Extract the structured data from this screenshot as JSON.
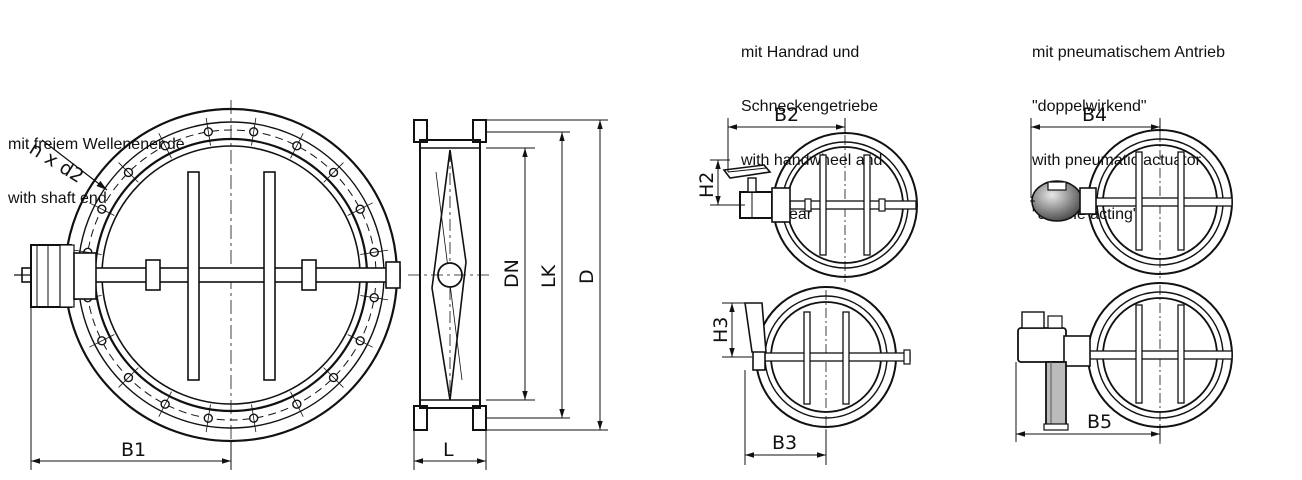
{
  "captions": {
    "free_shaft": [
      "mit freiem Wellenenende",
      "with shaft end"
    ],
    "handwheel": [
      "mit Handrad und",
      "Schneckengetriebe",
      "with handwheel and",
      "wormgear"
    ],
    "pneumatic": [
      "mit pneumatischem Antrieb",
      "\"doppelwirkend\"",
      "with pneumatic actuator",
      "\"double acting\""
    ]
  },
  "labels": {
    "bolt_callout": "n x d2",
    "b1": "B1",
    "l": "L",
    "dn": "DN",
    "lk": "LK",
    "d": "D",
    "b2": "B2",
    "h2": "H2",
    "b3": "B3",
    "h3": "H3",
    "b4": "B4",
    "b5": "B5"
  }
}
